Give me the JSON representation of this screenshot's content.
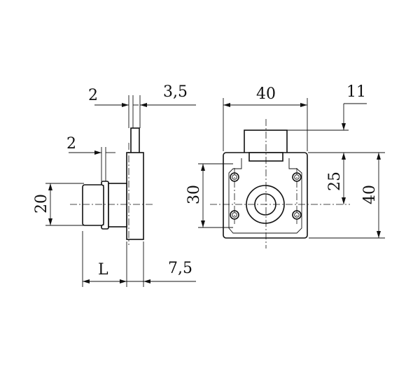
{
  "drawing": {
    "dims": {
      "plate_thickness": "2",
      "plate_tab_offset": "3,5",
      "flange_thickness": "2",
      "cylinder_diameter": "20",
      "length": "L",
      "body_depth": "7,5",
      "body_width": "40",
      "bolt_offset": "11",
      "hole_spacing": "30",
      "center_height": "25",
      "body_height": "40"
    }
  }
}
